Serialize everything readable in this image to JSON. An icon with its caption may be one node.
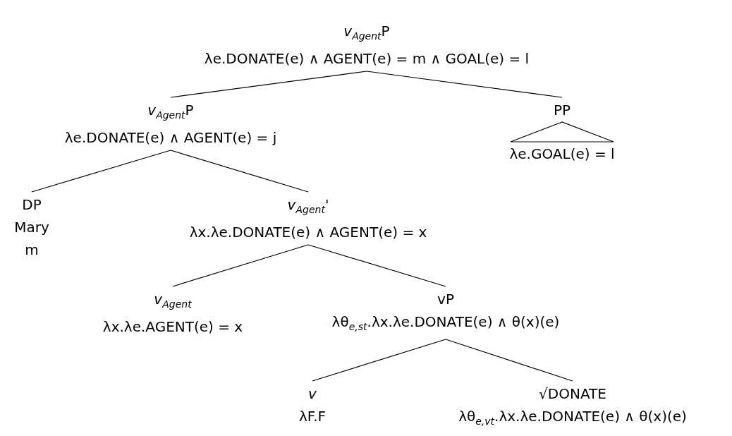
{
  "diagram": {
    "nodes": [
      {
        "text": [
          "*v*$_{Agent}$P",
          "λe.DONATE(e) ∧ AGENT(e) = m ∧ GOAL(e) = l"
        ]
      },
      {
        "text": [
          "*v*$_{Agent}$P",
          "λe.DONATE(e) ∧ AGENT(e) = j"
        ]
      },
      {
        "text": [
          "PP",
          "λe.GOAL(e) = l"
        ]
      },
      {
        "text": [],
        "shape": "triangle",
        "in": 2
      },
      {
        "text": [
          "DP",
          "Mary",
          "m"
        ]
      },
      {
        "text": [
          "*v*$_{Agent}$'",
          "λx.λe.DONATE(e) ∧ AGENT(e) = x"
        ]
      },
      {
        "text": [
          "*v*$_{Agent}$",
          "λx.λe.AGENT(e) = x"
        ]
      },
      {
        "text": [
          "vP",
          "λθ$_{e,st}$.λx.λe.DONATE(e) ∧ θ(x)(e)"
        ]
      },
      {
        "text": [
          "*v*",
          "λF.F"
        ]
      },
      {
        "text": [
          "√DONATE",
          "λθ$_{e,vt}$.λx.λe.DONATE(e) ∧ θ(x)(e)"
        ]
      }
    ],
    "edges": [
      {
        "from": 0,
        "to": 1,
        "arrow": "none"
      },
      {
        "from": 0,
        "to": 2,
        "arrow": "none"
      },
      {
        "from": 1,
        "to": 4,
        "arrow": "none"
      },
      {
        "from": 1,
        "to": 5,
        "arrow": "none"
      },
      {
        "from": 5,
        "to": 6,
        "arrow": "none"
      },
      {
        "from": 5,
        "to": 7,
        "arrow": "none"
      },
      {
        "from": 7,
        "to": 8,
        "arrow": "none"
      },
      {
        "from": 7,
        "to": 9,
        "arrow": "none"
      }
    ]
  }
}
